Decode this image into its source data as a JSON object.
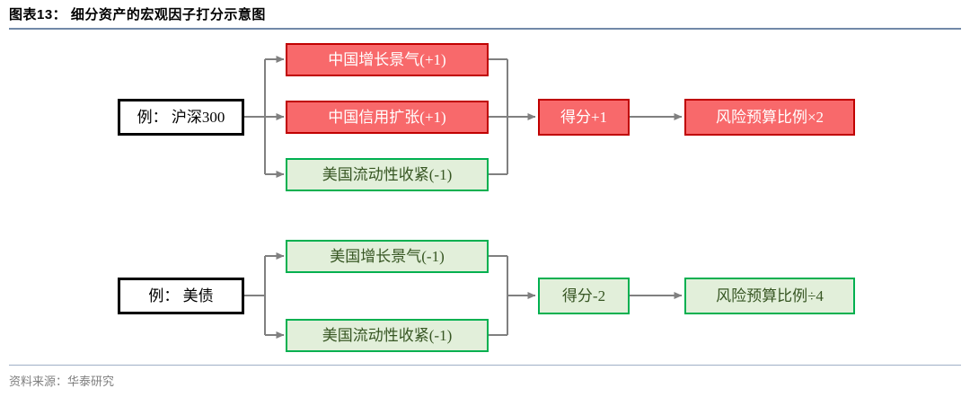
{
  "header": {
    "title": "图表13： 细分资产的宏观因子打分示意图"
  },
  "footer": {
    "source": "资料来源：华泰研究"
  },
  "colors": {
    "red_fill": "#F8696B",
    "red_border": "#C00000",
    "red_text": "#FFFFFF",
    "green_fill": "#E2EFDA",
    "green_border": "#00B050",
    "green_text": "#375623",
    "anchor_border": "#000000",
    "connector": "#808080",
    "title_rule": "#7289A8",
    "source_text": "#808080"
  },
  "diagram": {
    "type": "flowchart",
    "groups": [
      {
        "name": "csi300",
        "anchor": {
          "label": "例： 沪深300",
          "style": "anchor"
        },
        "factors": [
          {
            "label": "中国增长景气(+1)",
            "style": "red",
            "score": 1
          },
          {
            "label": "中国信用扩张(+1)",
            "style": "red",
            "score": 1
          },
          {
            "label": "美国流动性收紧(-1)",
            "style": "green",
            "score": -1
          }
        ],
        "score": {
          "label": "得分+1",
          "style": "red",
          "value": 1
        },
        "result": {
          "label": "风险预算比例×2",
          "style": "red"
        }
      },
      {
        "name": "us-treasury",
        "anchor": {
          "label": "例： 美债",
          "style": "anchor"
        },
        "factors": [
          {
            "label": "美国增长景气(-1)",
            "style": "green",
            "score": -1
          },
          {
            "label": "美国流动性收紧(-1)",
            "style": "green",
            "score": -1
          }
        ],
        "score": {
          "label": "得分-2",
          "style": "green",
          "value": -2
        },
        "result": {
          "label": "风险预算比例÷4",
          "style": "green"
        }
      }
    ]
  }
}
